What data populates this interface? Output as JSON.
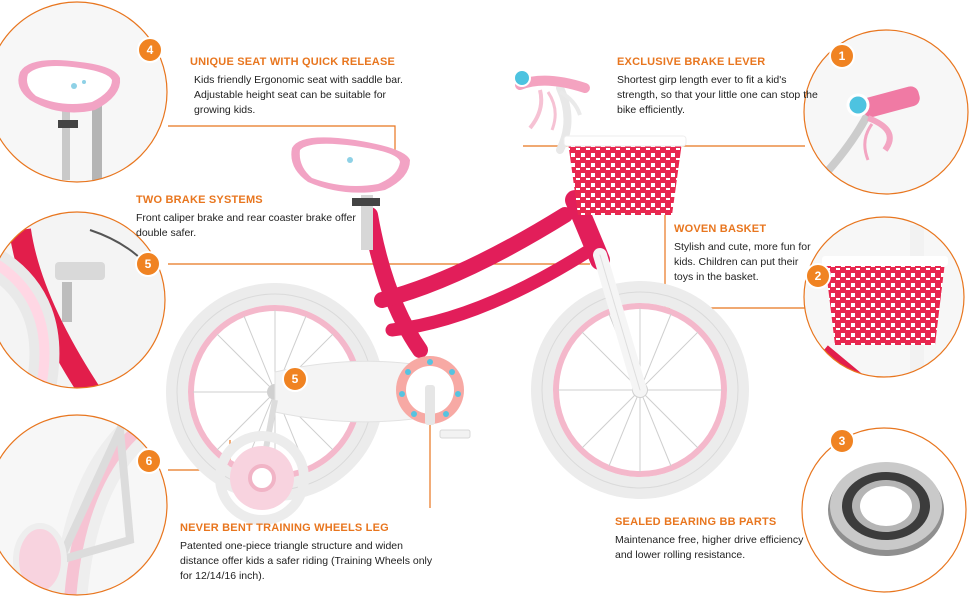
{
  "accent_color": "#e8761f",
  "features": [
    {
      "number": "4",
      "title": "UNIQUE SEAT WITH QUICK RELEASE",
      "description": "Kids friendly Ergonomic seat with saddle bar. Adjustable height seat can be suitable for growing kids."
    },
    {
      "number": "1",
      "title": "EXCLUSIVE BRAKE LEVER",
      "description": "Shortest girp length ever to fit a kid's strength, so that your little one can stop the bike efficiently."
    },
    {
      "number": "5",
      "title": "TWO BRAKE SYSTEMS",
      "description": "Front caliper brake and rear coaster brake offer double safer."
    },
    {
      "number": "2",
      "title": "WOVEN BASKET",
      "description": "Stylish and cute, more fun for kids. Children can put their toys in the basket."
    },
    {
      "number": "6",
      "title": "NEVER BENT TRAINING WHEELS LEG",
      "description": "Patented one-piece triangle structure and widen distance offer kids a safer riding (Training Wheels only for 12/14/16 inch)."
    },
    {
      "number": "3",
      "title": "SEALED BEARING BB PARTS",
      "description": "Maintenance free, higher drive efficiency and lower rolling resistance."
    }
  ],
  "center_badge": "5"
}
